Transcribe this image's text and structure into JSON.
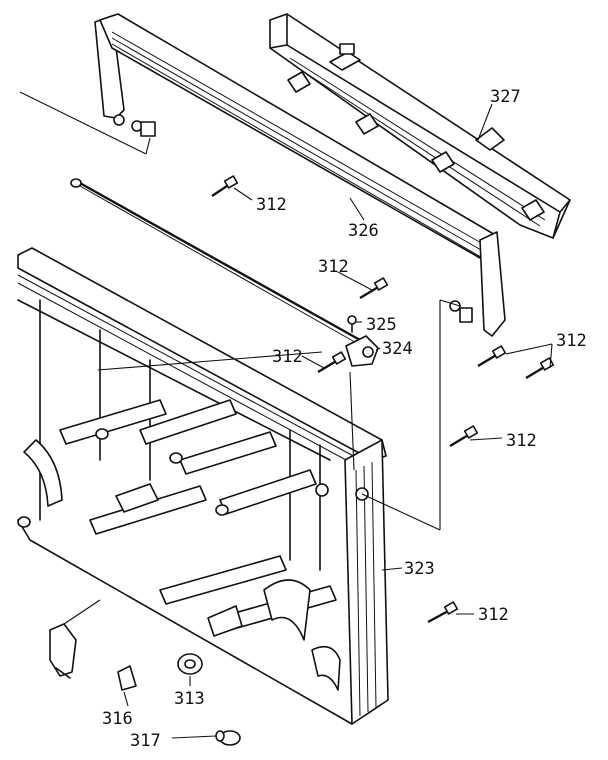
{
  "callouts": {
    "c327": "327",
    "c326": "326",
    "c312a": "312",
    "c312b": "312",
    "c312c": "312",
    "c312d": "312",
    "c312e": "312",
    "c312f": "312",
    "c325": "325",
    "c324": "324",
    "c323": "323",
    "c313": "313",
    "c316": "316",
    "c317": "317"
  }
}
